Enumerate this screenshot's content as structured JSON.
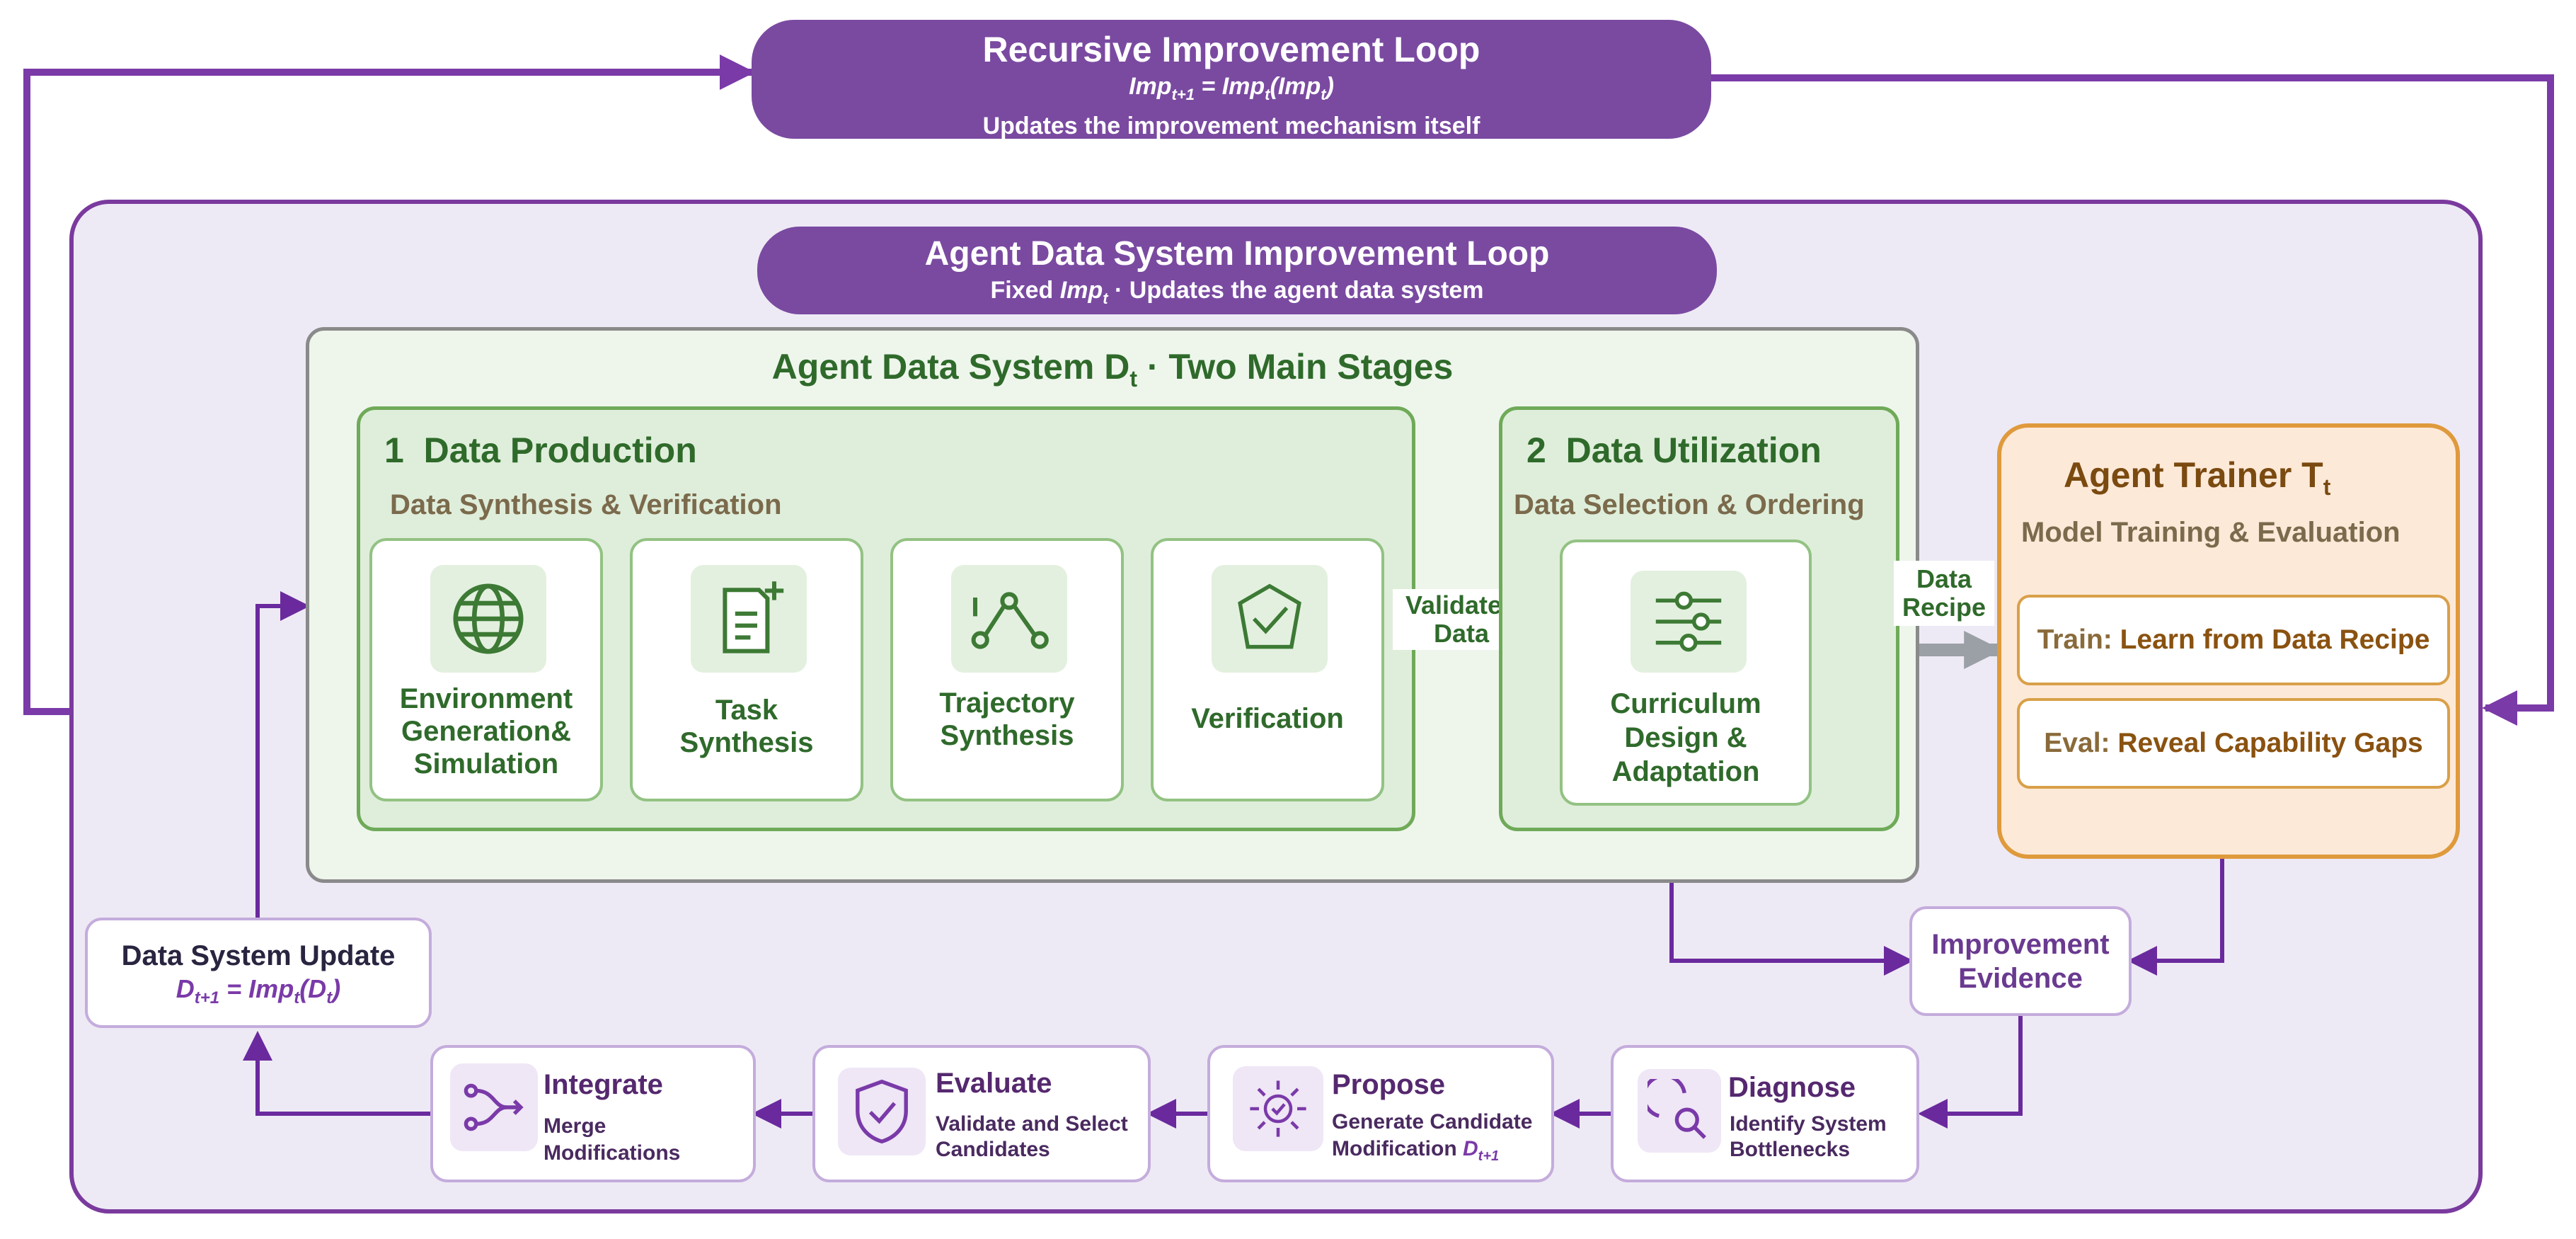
{
  "recursive_loop": {
    "title": "Recursive Improvement Loop",
    "formula": {
      "a": "Imp",
      "a_sub": "t+1",
      "eq": " = Imp",
      "b_sub": "t",
      "c": "(Imp",
      "c_sub": "t",
      "d": ")"
    },
    "subtitle": "Updates the improvement mechanism itself"
  },
  "agent_loop": {
    "title": "Agent Data System Improvement Loop",
    "subtitle_pre": "Fixed ",
    "subtitle_imp": "Imp",
    "subtitle_sub": "t",
    "subtitle_post": " · Updates the agent data system"
  },
  "data_system": {
    "title_pre": "Agent Data System D",
    "title_sub": "t",
    "title_post": " · Two Main Stages"
  },
  "stage1": {
    "number": "1",
    "title": "Data Production",
    "subtitle": "Data Synthesis & Verification",
    "cards": [
      {
        "icon": "globe-icon",
        "label_lines": [
          "Environment",
          "Generation&",
          "Simulation"
        ]
      },
      {
        "icon": "document-plus-icon",
        "label_lines": [
          "Task",
          "Synthesis"
        ]
      },
      {
        "icon": "trajectory-icon",
        "label_lines": [
          "Trajectory",
          "Synthesis"
        ]
      },
      {
        "icon": "verified-shield-icon",
        "label_lines": [
          "Verification"
        ]
      }
    ]
  },
  "validated_data": {
    "lines": [
      "Validated",
      "Data"
    ]
  },
  "stage2": {
    "number": "2",
    "title": "Data Utilization",
    "subtitle": "Data Selection & Ordering",
    "card": {
      "icon": "sliders-icon",
      "label_lines": [
        "Curriculum",
        "Design &",
        "Adaptation"
      ]
    }
  },
  "data_recipe": {
    "lines": [
      "Data",
      "Recipe"
    ]
  },
  "trainer": {
    "title_pre": "Agent Trainer T",
    "title_sub": "t",
    "subtitle": "Model Training & Evaluation",
    "train_key": "Train:",
    "train_val": "Learn from Data Recipe",
    "eval_key": "Eval:",
    "eval_val": "Reveal Capability Gaps"
  },
  "evidence": {
    "lines": [
      "Improvement",
      "Evidence"
    ]
  },
  "update": {
    "title": "Data System Update",
    "f_a": "D",
    "f_a_sub": "t+1",
    "f_eq": " = Imp",
    "f_b_sub": "t",
    "f_c": "(D",
    "f_c_sub": "t",
    "f_d": ")"
  },
  "steps": [
    {
      "icon": "diagnose-icon",
      "title": "Diagnose",
      "desc_lines": [
        "Identify System",
        "Bottlenecks"
      ]
    },
    {
      "icon": "sun-gear-icon",
      "title": "Propose",
      "desc_lines": [
        "Generate Candidate"
      ],
      "desc_last": "Modification ",
      "desc_last_var": "D",
      "desc_last_sub": "t+1"
    },
    {
      "icon": "shield-check-icon",
      "title": "Evaluate",
      "desc_lines": [
        "Validate and Select",
        "Candidates"
      ]
    },
    {
      "icon": "merge-icon",
      "title": "Integrate",
      "desc_lines": [
        "Merge",
        "Modifications"
      ]
    }
  ],
  "colors": {
    "purple": "#7a4aa1",
    "green": "#2f6a2b",
    "orange": "#df9a3c",
    "arrow_purple": "#6a2a9e"
  }
}
